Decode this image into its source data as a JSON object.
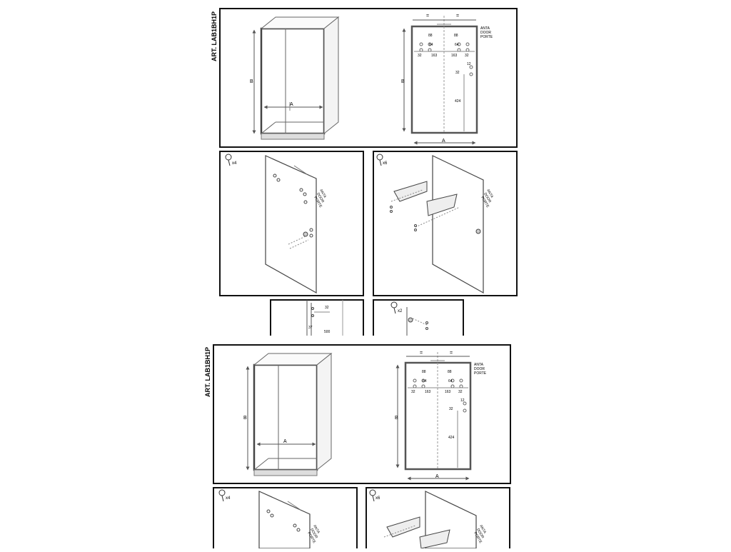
{
  "pages": [
    {
      "article": "ART. LAB1BH1P",
      "cabinet": {
        "dim_a": "A",
        "dim_b": "B"
      },
      "door": {
        "equal_left": "=",
        "equal_right": "=",
        "side_label": [
          "ANTA",
          "DOOR",
          "PORTE"
        ],
        "dim_88_left": "88",
        "dim_88_right": "88",
        "dim_64_left": "64",
        "dim_64_right": "64",
        "dim_32_left": "32",
        "dim_163_left": "163",
        "dim_163_right": "163",
        "dim_32_right": "32",
        "dim_12": "12",
        "dim_32_handle": "32",
        "dim_424": "424",
        "dim_a": "A",
        "dim_b": "B"
      },
      "step_screws_x4": "x4",
      "step_screws_x6": "x6",
      "step_screws_x2": "x2",
      "step_door_label": [
        "ANTA",
        "DOOR",
        "PORTE"
      ],
      "step_bracket_label": [
        "ANTA",
        "DOOR",
        "PORTE"
      ],
      "detail_dim_32": "32",
      "detail_dim_37": "37",
      "detail_dim_500": "500"
    },
    {
      "article": "ART. LAB1BH1P",
      "cabinet": {
        "dim_a": "A",
        "dim_b": "B"
      },
      "door": {
        "equal_left": "=",
        "equal_right": "=",
        "side_label": [
          "ANTA",
          "DOOR",
          "PORTE"
        ],
        "dim_88_left": "88",
        "dim_88_right": "88",
        "dim_64_left": "64",
        "dim_64_right": "64",
        "dim_32_left": "32",
        "dim_163_left": "163",
        "dim_163_right": "163",
        "dim_32_right": "32",
        "dim_12": "12",
        "dim_32_handle": "32",
        "dim_424": "424",
        "dim_a": "A",
        "dim_b": "B"
      },
      "step_screws_x4": "x4",
      "step_screws_x6": "x6",
      "step_door_label": [
        "ANTA",
        "DOOR",
        "PORTE"
      ],
      "step_bracket_label": [
        "ANTA",
        "DOOR",
        "PORTE"
      ]
    }
  ]
}
